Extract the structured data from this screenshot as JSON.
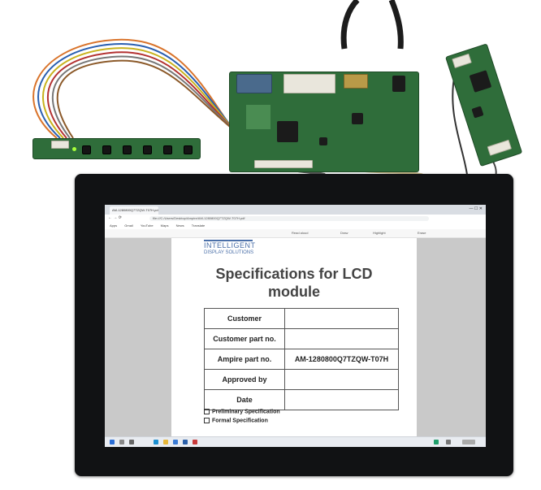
{
  "browser": {
    "tab_title": "AM-1280800Q7TZQW-T07H.pdf",
    "address": "file:///C:/Users/Desktop/Ampire/AM-1280800Q7TZQW-T07H.pdf",
    "bookmarks": [
      "Apps",
      "Gmail",
      "YouTube",
      "Maps",
      "News",
      "Translate"
    ],
    "pdf_toolbar": [
      "Read aloud",
      "Draw",
      "Highlight",
      "Erase"
    ]
  },
  "document": {
    "logo_line1": "INTELLIGENT",
    "logo_line2": "DISPLAY SOLUTIONS",
    "title_line1": "Specifications for LCD",
    "title_line2": "module",
    "table": [
      {
        "label": "Customer",
        "value": ""
      },
      {
        "label": "Customer part no.",
        "value": ""
      },
      {
        "label": "Ampire part no.",
        "value": "AM-1280800Q7TZQW-T07H"
      },
      {
        "label": "Approved by",
        "value": ""
      },
      {
        "label": "Date",
        "value": ""
      }
    ],
    "checkbox_1": "Preliminary Specification",
    "checkbox_2": "Formal Specification"
  },
  "colors": {
    "pcb_green": "#2f6d3a",
    "bezel": "#111214",
    "logo_blue": "#4a6fa8"
  }
}
